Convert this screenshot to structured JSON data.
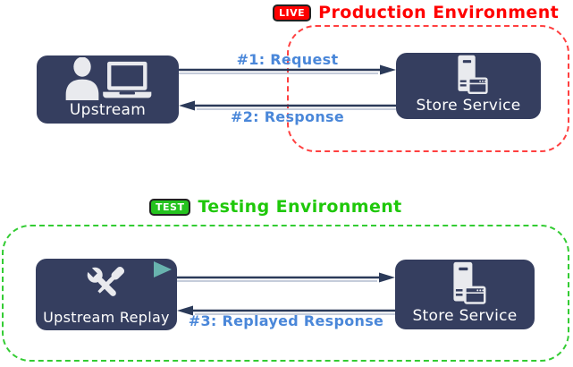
{
  "colors": {
    "background": "#FFFFFF",
    "node_navy": "#353E5F",
    "icon_light": "#E9EAEE",
    "arrow_dark": "#2B3A59",
    "arrow_shadow": "#C5CCDA",
    "flow_label_blue": "#4A87D9",
    "production_red": "#FF0000",
    "production_border_red": "#FF4040",
    "testing_green": "#1FC80A",
    "testing_border_green": "#33CC33",
    "badge_live_bg": "#FF0000",
    "badge_test_bg": "#25C31F",
    "badge_border": "#222222",
    "play_teal": "#68B3AE"
  },
  "production": {
    "badge": "LIVE",
    "title": "Production Environment",
    "upstream": {
      "label": "Upstream",
      "icon": "user-laptop-icon"
    },
    "store": {
      "label": "Store Service",
      "icon": "server-icon"
    },
    "flows": [
      {
        "label": "#1: Request",
        "from": "Upstream",
        "to": "Store Service",
        "direction": "right"
      },
      {
        "label": "#2: Response",
        "from": "Store Service",
        "to": "Upstream",
        "direction": "left"
      }
    ]
  },
  "testing": {
    "badge": "TEST",
    "title": "Testing Environment",
    "upstream_replay": {
      "label": "Upstream Replay",
      "icon": "wrench-screwdriver-icon",
      "play_icon": "play-icon"
    },
    "store": {
      "label": "Store Service",
      "icon": "server-icon"
    },
    "flows": [
      {
        "label": "",
        "from": "Upstream Replay",
        "to": "Store Service",
        "direction": "right"
      },
      {
        "label": "#3: Replayed Response",
        "from": "Store Service",
        "to": "Upstream Replay",
        "direction": "left"
      }
    ]
  }
}
